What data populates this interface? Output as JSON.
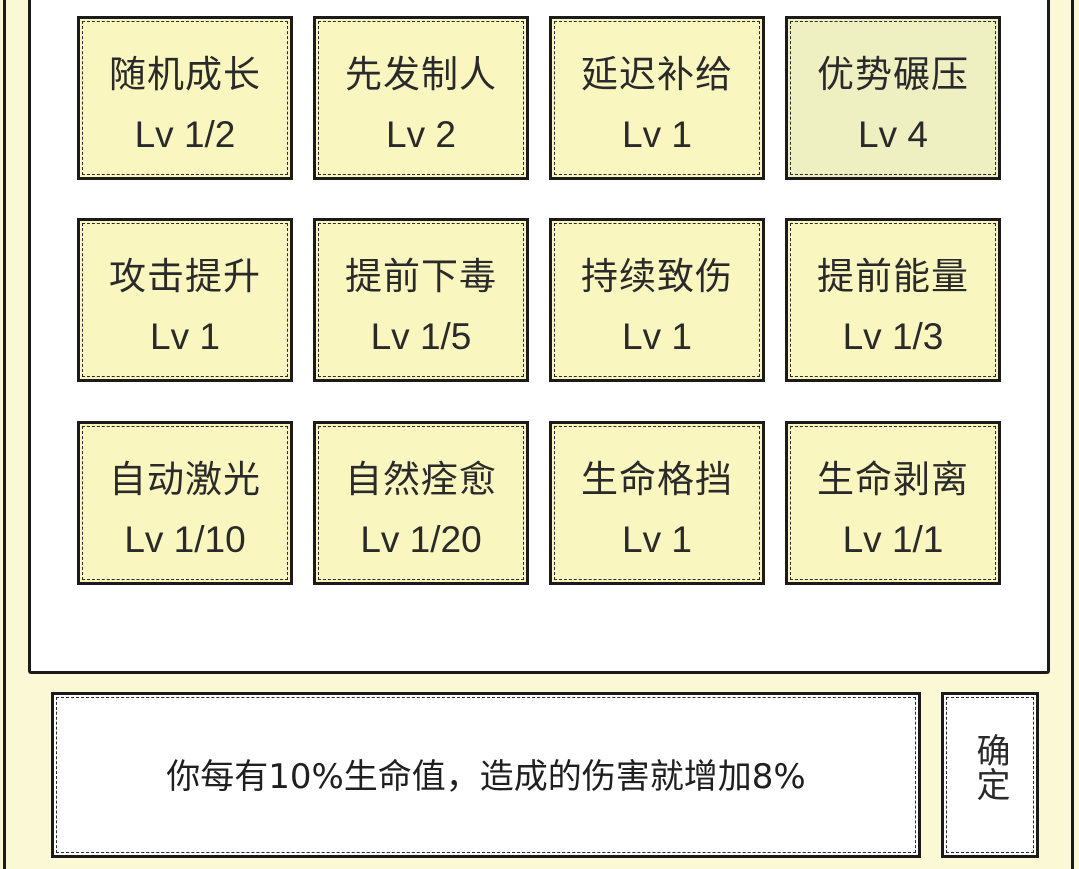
{
  "skills": [
    {
      "name": "随机成长",
      "level": "Lv 1/2",
      "selected": false
    },
    {
      "name": "先发制人",
      "level": "Lv 2",
      "selected": false
    },
    {
      "name": "延迟补给",
      "level": "Lv 1",
      "selected": false
    },
    {
      "name": "优势碾压",
      "level": "Lv 4",
      "selected": true
    },
    {
      "name": "攻击提升",
      "level": "Lv 1",
      "selected": false
    },
    {
      "name": "提前下毒",
      "level": "Lv 1/5",
      "selected": false
    },
    {
      "name": "持续致伤",
      "level": "Lv 1",
      "selected": false
    },
    {
      "name": "提前能量",
      "level": "Lv 1/3",
      "selected": false
    },
    {
      "name": "自动激光",
      "level": "Lv 1/10",
      "selected": false
    },
    {
      "name": "自然痊愈",
      "level": "Lv 1/20",
      "selected": false
    },
    {
      "name": "生命格挡",
      "level": "Lv 1",
      "selected": false
    },
    {
      "name": "生命剥离",
      "level": "Lv 1/1",
      "selected": false
    }
  ],
  "description": "你每有10%生命值，造成的伤害就增加8%",
  "confirm_label": "确定",
  "colors": {
    "background": "#fbf8d6",
    "card": "#f9f6bf",
    "card_selected": "#eef0c2",
    "border": "#1b1b1b",
    "panel": "#ffffff"
  }
}
